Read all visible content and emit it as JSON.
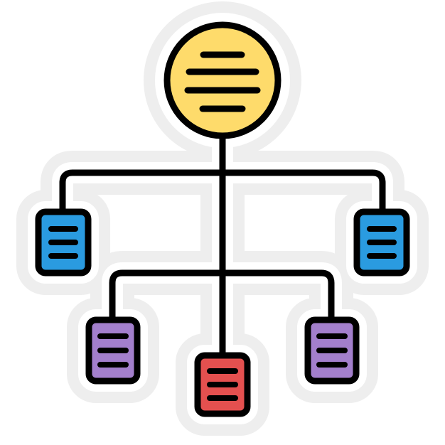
{
  "icon": {
    "name": "hierarchy-structure-sticker-icon",
    "colors": {
      "outline": "#000000",
      "sticker_border": "#eeeeee",
      "root": "#fedb6b",
      "level1_nodes": "#2a9be0",
      "level2_side_nodes": "#a37fcc",
      "level2_center_node": "#e4504f"
    },
    "nodes": [
      {
        "id": "root",
        "shape": "circle",
        "color_key": "root"
      },
      {
        "id": "left-top",
        "shape": "rounded-rect",
        "color_key": "level1_nodes"
      },
      {
        "id": "right-top",
        "shape": "rounded-rect",
        "color_key": "level1_nodes"
      },
      {
        "id": "left-bottom",
        "shape": "rounded-rect",
        "color_key": "level2_side_nodes"
      },
      {
        "id": "center-bottom",
        "shape": "rounded-rect",
        "color_key": "level2_center_node"
      },
      {
        "id": "right-bottom",
        "shape": "rounded-rect",
        "color_key": "level2_side_nodes"
      }
    ]
  }
}
